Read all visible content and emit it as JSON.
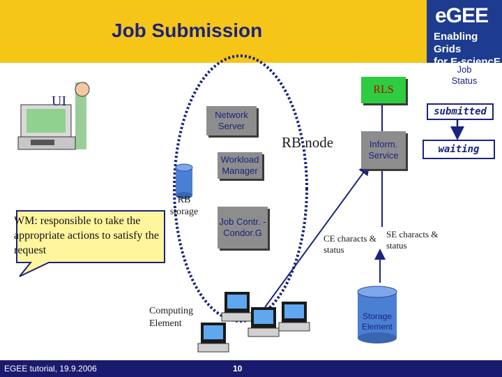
{
  "header": {
    "title": "Job Submission"
  },
  "logo": {
    "word": "eGEE",
    "line1": "Enabling Grids",
    "line2": "for E-sciencE"
  },
  "footer": {
    "left_text": "EGEE tutorial, 19.9.2006",
    "page_number": "10"
  },
  "ui_label": "UI",
  "rb_node_label": "RB node",
  "rb_storage_label": "RB storage",
  "boxes": {
    "network_server": "Network Server",
    "workload_manager": "Workload Manager",
    "job_controller": "Job Contr. - Condor.G",
    "rls": "RLS",
    "inform_service": "Inform. Service"
  },
  "job_status": {
    "heading": "Job Status",
    "states": [
      "submitted",
      "waiting"
    ]
  },
  "labels": {
    "ce_characts": "CE characts & status",
    "se_characts": "SE characts & status",
    "computing_element": "Computing Element",
    "storage_element": "Storage Element"
  },
  "callout": "WM: responsible to take the appropriate actions to satisfy the request",
  "colors": {
    "header": "#f5c518",
    "logo_bg": "#1d3b8f",
    "footer": "#1a1a6e",
    "box": "#8d8d8d",
    "rls": "#2ecc40",
    "storage": "#4a7fd4"
  }
}
